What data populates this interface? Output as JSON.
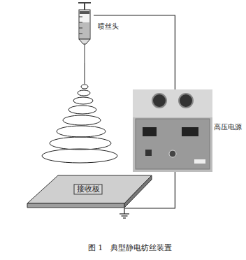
{
  "diagram": {
    "caption": "图 1　典型静电纺丝装置",
    "nodes": [
      {
        "text": [
          "喷丝头"
        ]
      },
      {
        "text": [
          "高压电源"
        ]
      },
      {
        "text": [
          "接收板"
        ]
      }
    ],
    "edges": [
      {
        "from": 0,
        "to": 1,
        "arrow": "none"
      },
      {
        "from": 1,
        "to": 2,
        "arrow": "none"
      }
    ]
  }
}
